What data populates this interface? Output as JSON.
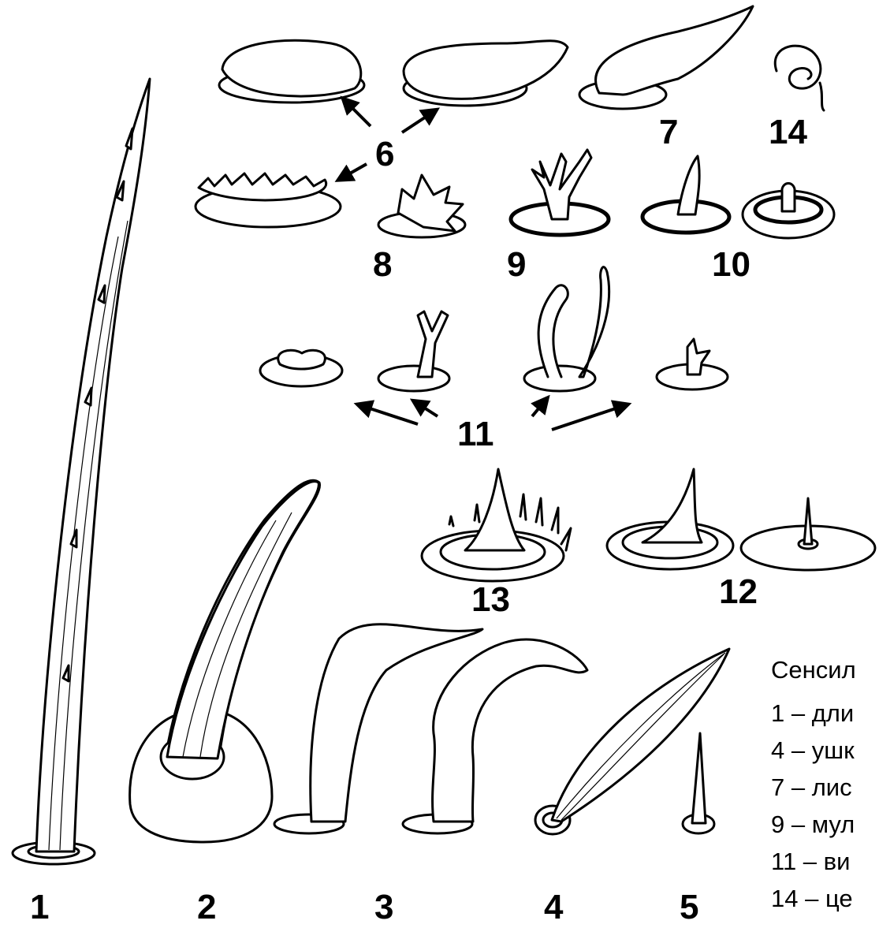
{
  "labels": {
    "l1": "1",
    "l2": "2",
    "l3": "3",
    "l4": "4",
    "l5": "5",
    "l6": "6",
    "l7": "7",
    "l8": "8",
    "l9": "9",
    "l10": "10",
    "l11": "11",
    "l12": "12",
    "l13": "13",
    "l14": "14"
  },
  "caption": {
    "title": "Сенсил",
    "line1": "1 – дли",
    "line2": "4 – ушк",
    "line3": "7 – лис",
    "line4": "9 – мул",
    "line5": "11 – ви",
    "line6": "14 – це"
  }
}
